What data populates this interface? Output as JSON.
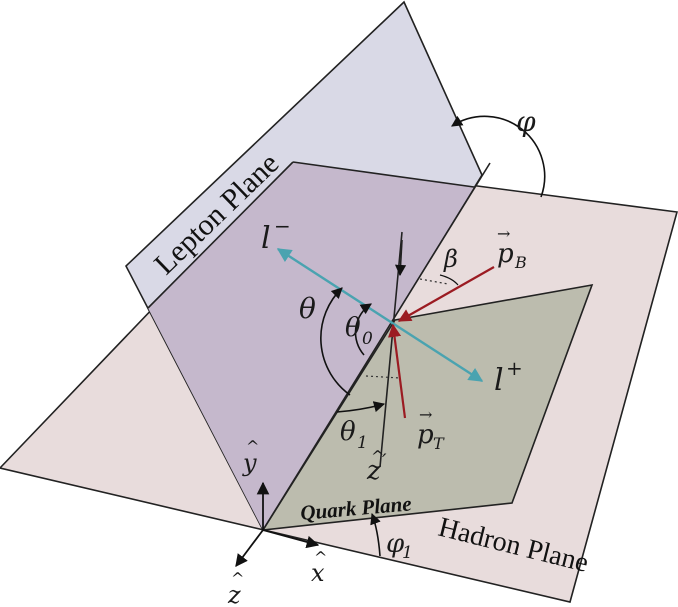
{
  "planes": {
    "lepton": "Lepton Plane",
    "hadron": "Hadron Plane",
    "quark": "Quark Plane"
  },
  "labels": {
    "phi": "φ",
    "phi1_main": "φ",
    "phi1_sub": "1",
    "beta": "β",
    "theta": "θ",
    "theta0_main": "θ",
    "theta0_sub": "0",
    "theta1_main": "θ",
    "theta1_sub": "1",
    "l_minus_main": "l",
    "l_minus_sup": "−",
    "l_plus_main": "l",
    "l_plus_sup": "+",
    "pB_arrow": "→",
    "pB_main": "p",
    "pB_sub": "B",
    "pT_arrow": "→",
    "pT_main": "p",
    "pT_sub": "T",
    "z_prime_main": "z",
    "z_prime_hat": "^",
    "z_prime_mark": "′",
    "x_main": "x",
    "x_hat": "^",
    "y_main": "y",
    "y_hat": "^",
    "z_main": "z",
    "z_hat": "^"
  },
  "colors": {
    "hadron_plane": "#e8dcdc",
    "lepton_plane": "#d9d9e6",
    "overlap": "#c5b8cc",
    "quark_plane": "#bcbcae",
    "lepton_axis": "#4aa3b0",
    "proton": "#9b1b22"
  }
}
